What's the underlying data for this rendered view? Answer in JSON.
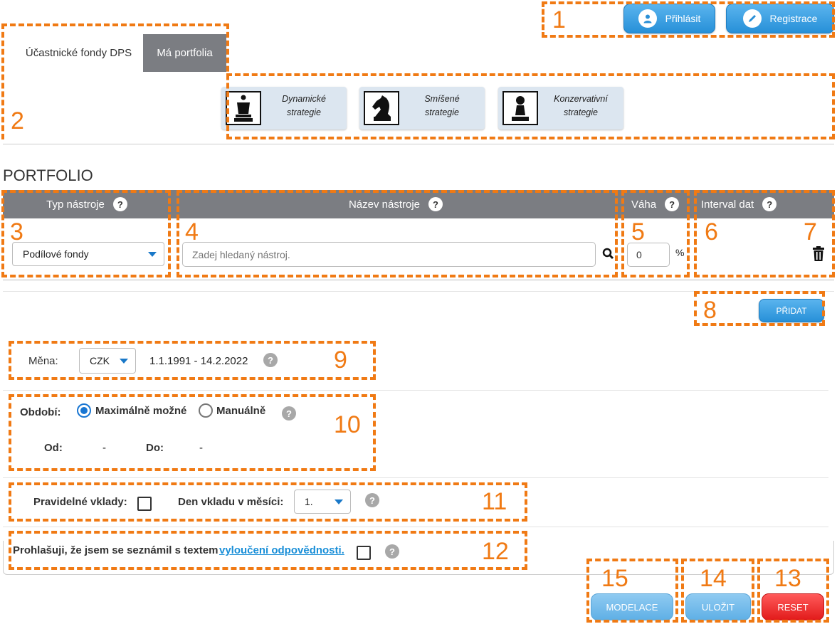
{
  "header": {
    "login_label": "Přihlásit",
    "register_label": "Registrace"
  },
  "tabs": [
    {
      "label": "Účastnické fondy DPS",
      "active": false
    },
    {
      "label": "Má portfolia",
      "active": true
    }
  ],
  "strategies": [
    {
      "label1": "Dynamické",
      "label2": "strategie",
      "icon": "chess-queen-icon"
    },
    {
      "label1": "Smíšené",
      "label2": "strategie",
      "icon": "chess-knight-icon"
    },
    {
      "label1": "Konzervativní",
      "label2": "strategie",
      "icon": "chess-pawn-icon"
    }
  ],
  "portfolio": {
    "title": "PORTFOLIO",
    "columns": {
      "type": "Typ nástroje",
      "name": "Název nástroje",
      "weight": "Váha",
      "interval": "Interval dat"
    },
    "help_glyph": "?",
    "type_value": "Podílové fondy",
    "search_placeholder": "Zadej hledaný nástroj.",
    "weight_value": "0",
    "percent": "%",
    "add_label": "PŘIDAT"
  },
  "currency": {
    "label": "Měna:",
    "value": "CZK",
    "date_range": "1.1.1991 - 14.2.2022"
  },
  "period": {
    "label": "Období:",
    "option_max": "Maximálně možné",
    "option_manual": "Manuálně",
    "selected": "max",
    "from_label": "Od:",
    "from_value": "-",
    "to_label": "Do:",
    "to_value": "-"
  },
  "deposits": {
    "regular_label": "Pravidelné vklady:",
    "day_label": "Den vkladu v měsíci:",
    "day_value": "1."
  },
  "disclaimer": {
    "text": "Prohlašuji, že jsem se seznámil s textem",
    "link": "vyloučení odpovědnosti."
  },
  "actions": {
    "model_label": "MODELACE",
    "save_label": "ULOŽIT",
    "reset_label": "RESET"
  },
  "annotations": [
    "1",
    "2",
    "3",
    "4",
    "5",
    "6",
    "7",
    "8",
    "9",
    "10",
    "11",
    "12",
    "13",
    "14",
    "15"
  ],
  "colors": {
    "annotation": "#f07a14",
    "header_gray": "#7b7d82",
    "primary_blue": "#2790d8",
    "reset_red": "#e21b1b",
    "link_blue": "#1a8fd8"
  }
}
